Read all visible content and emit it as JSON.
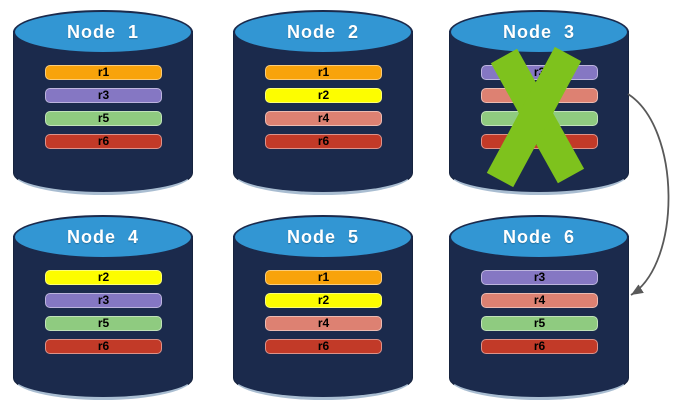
{
  "diagram": {
    "nodes": [
      {
        "label": "Node  1",
        "replicas": [
          "r1",
          "r3",
          "r5",
          "r6"
        ],
        "status": "ok"
      },
      {
        "label": "Node  2",
        "replicas": [
          "r1",
          "r2",
          "r4",
          "r6"
        ],
        "status": "ok"
      },
      {
        "label": "Node  3",
        "replicas": [
          "r3",
          "r4",
          "r5",
          "r6"
        ],
        "status": "failed"
      },
      {
        "label": "Node  4",
        "replicas": [
          "r2",
          "r3",
          "r5",
          "r6"
        ],
        "status": "ok"
      },
      {
        "label": "Node  5",
        "replicas": [
          "r1",
          "r2",
          "r4",
          "r6"
        ],
        "status": "ok"
      },
      {
        "label": "Node  6",
        "replicas": [
          "r3",
          "r4",
          "r5",
          "r6"
        ],
        "status": "ok"
      }
    ],
    "replica_colors": {
      "r1": "#F8A30B",
      "r2": "#FDFD00",
      "r3": "#8577C3",
      "r4": "#DD8172",
      "r5": "#8FCB80",
      "r6": "#C23A28"
    },
    "colors": {
      "cylinder_body": "#1B2A4C",
      "cylinder_top": "#3296D3",
      "cylinder_stroke": "#16233E",
      "bottom_bevel": "#A9BDD1",
      "x_mark": "#7EC21D",
      "arrow": "#595959"
    },
    "annotations": {
      "x_mark_on": "Node 3",
      "arrow_from": "Node 3",
      "arrow_to": "Node 6"
    }
  }
}
